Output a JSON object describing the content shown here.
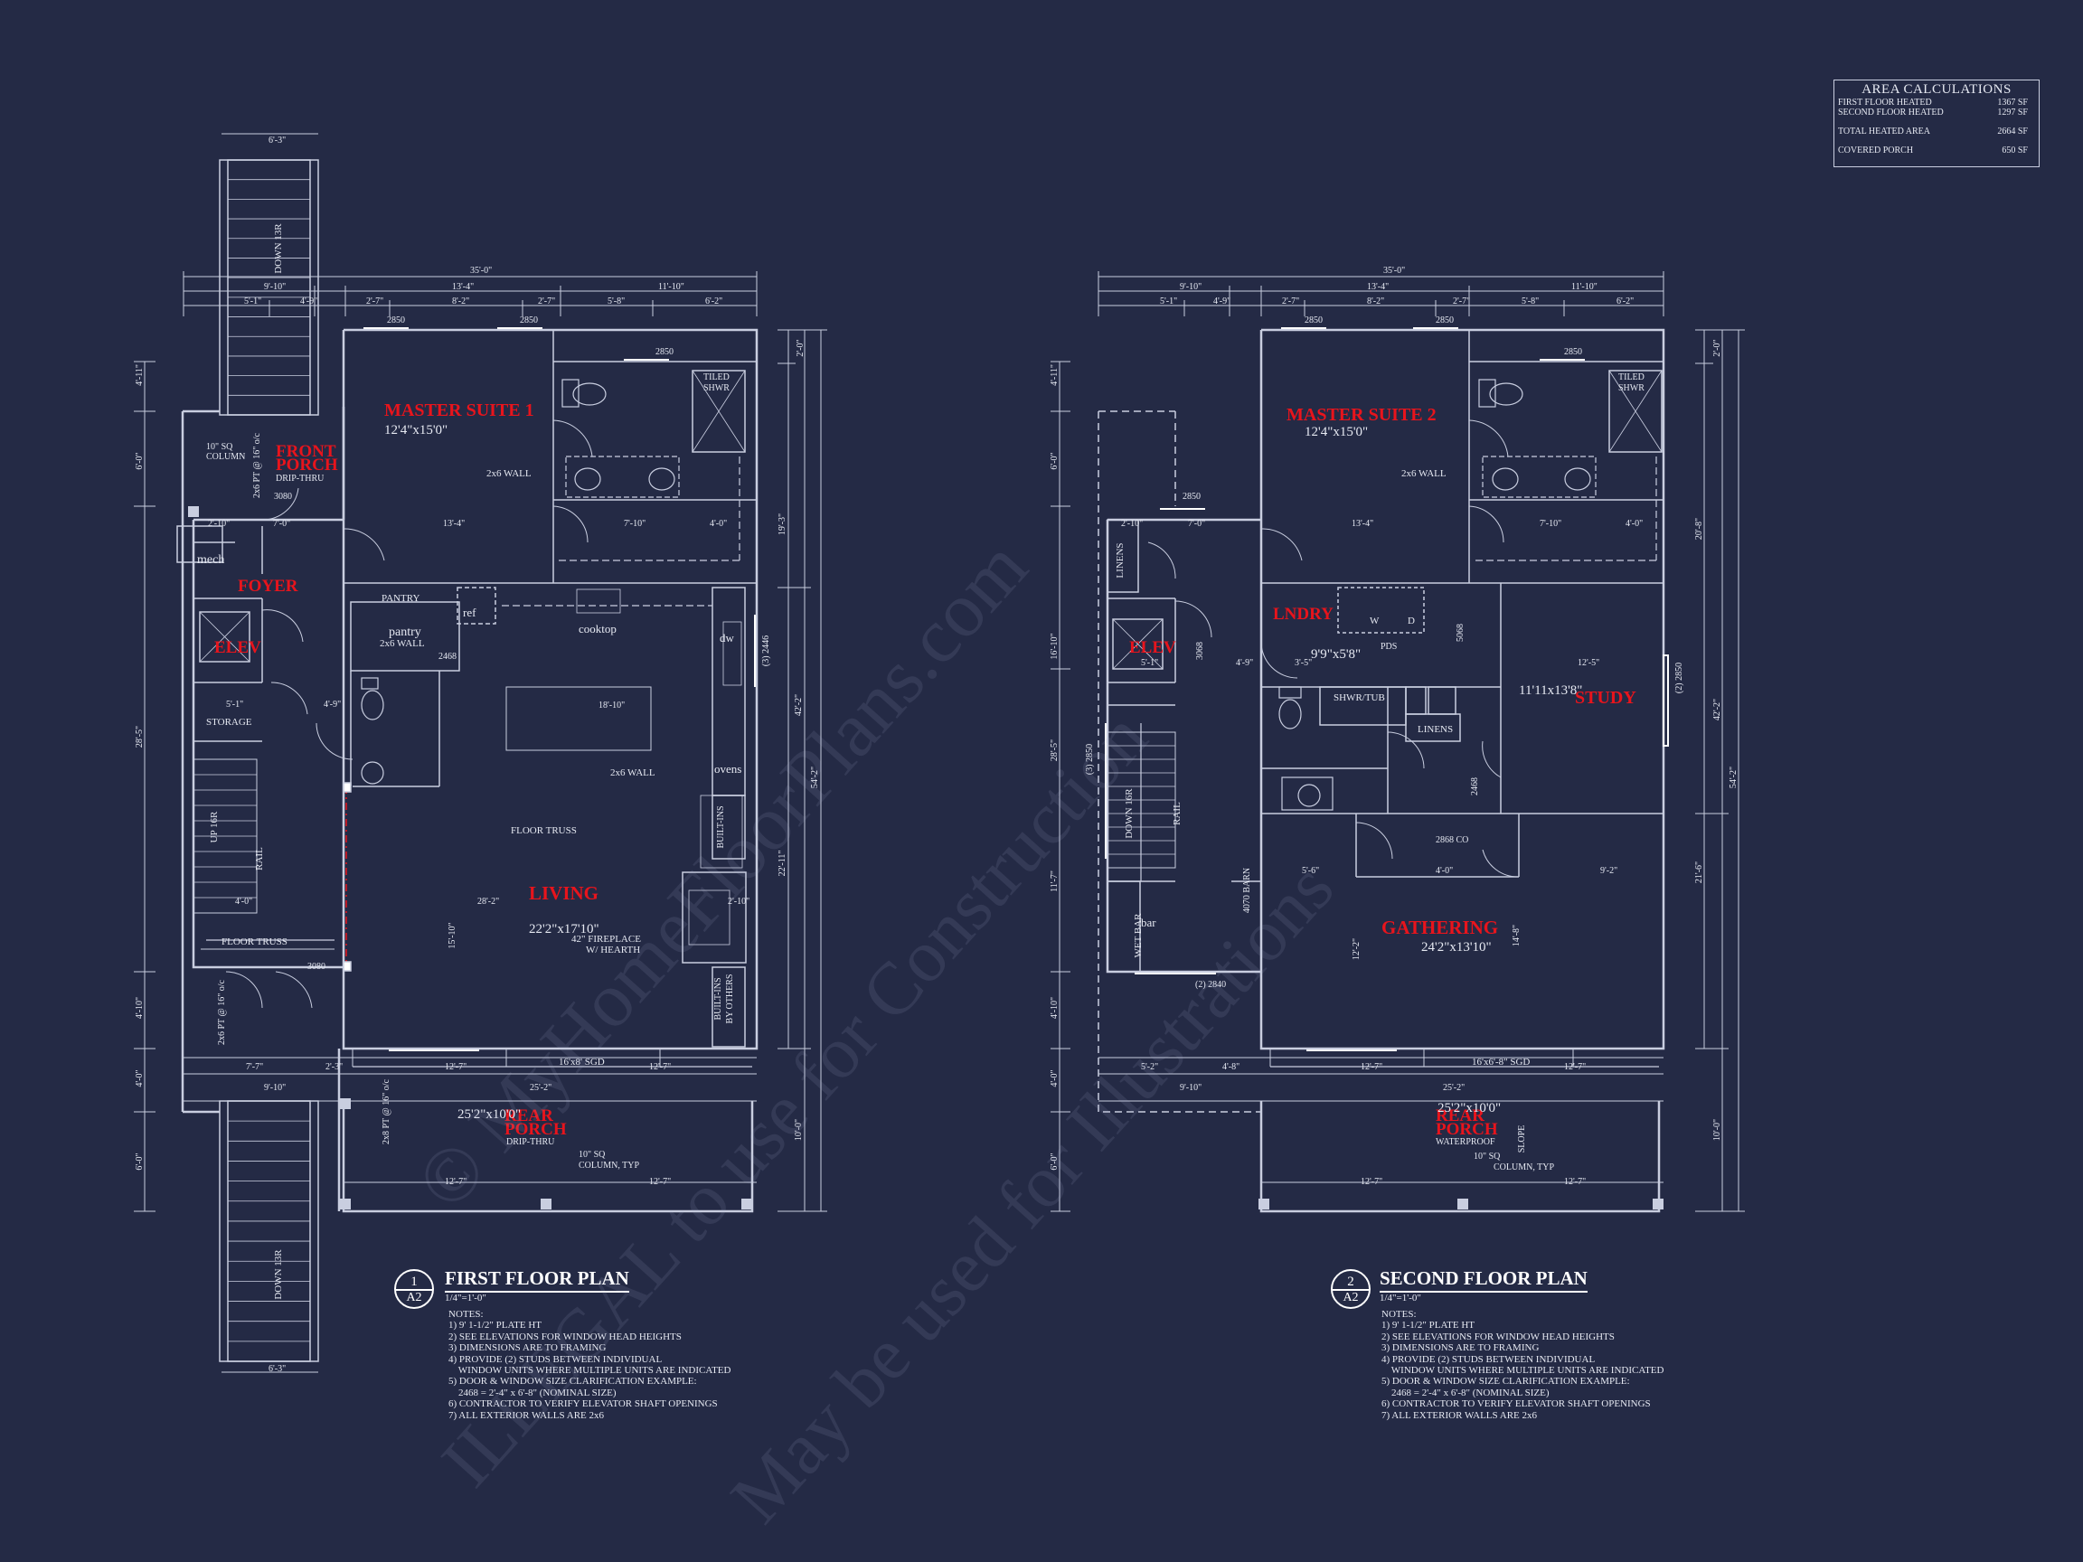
{
  "area_calculations": {
    "title": "AREA CALCULATIONS",
    "first_floor": {
      "label": "FIRST FLOOR HEATED",
      "value": "1367 SF"
    },
    "second_floor": {
      "label": "SECOND FLOOR HEATED",
      "value": "1297 SF"
    },
    "total": {
      "label": "TOTAL HEATED AREA",
      "value": "2664 SF"
    },
    "porch": {
      "label": "COVERED PORCH",
      "value": "650 SF"
    }
  },
  "first_floor": {
    "title": "FIRST FLOOR PLAN",
    "scale": "1/4\"=1'-0\"",
    "badge_number": "1",
    "badge_sheet": "A2",
    "rooms": {
      "master_suite": {
        "name": "MASTER SUITE 1",
        "size": "12'4\"x15'0\""
      },
      "front_porch": {
        "name1": "FRONT",
        "name2": "PORCH",
        "note": "DRIP-THRU"
      },
      "foyer": "FOYER",
      "elev": "ELEV",
      "living": {
        "name": "LIVING",
        "size": "22'2\"x17'10\""
      },
      "rear_porch": {
        "name1": "REAR",
        "name2": "PORCH",
        "size": "25'2\"x10'0\"",
        "note": "DRIP-THRU"
      }
    },
    "labels": {
      "pantry": "PANTRY",
      "pantry_small": "pantry",
      "storage": "STORAGE",
      "mech": "mech",
      "cooktop": "cooktop",
      "ref": "ref",
      "dw": "dw",
      "ovens": "ovens",
      "tiled_shwr1": "TILED",
      "tiled_shwr2": "SHWR",
      "wall_2x6_a": "2x6 WALL",
      "wall_2x6_b": "2x6 WALL",
      "wall_2x6_c": "2x6 WALL",
      "floor_truss_a": "FLOOR TRUSS",
      "floor_truss_b": "FLOOR TRUSS",
      "fireplace1": "42\" FIREPLACE",
      "fireplace2": "W/ HEARTH",
      "builtins1": "BUILT-INS",
      "builtins2": "BUILT-INS",
      "builtins3": "BY OTHERS",
      "sgd": "16'x8' SGD",
      "column_a1": "10\" SQ",
      "column_a2": "COLUMN",
      "column_b1": "10\" SQ",
      "column_b2": "COLUMN, TYP",
      "door_3080a": "3080",
      "door_3080b": "3080",
      "rail": "RAIL",
      "up": "UP 16R",
      "stair_down_top": "DOWN 13R",
      "stair_down_bot": "DOWN 13R",
      "pt_a": "2x6 PT @ 16\" o/c",
      "pt_b": "2x6 PT @ 16\" o/c",
      "pt_c": "2x8 PT @ 16\" o/c",
      "win_2850a": "2850",
      "win_2850b": "2850",
      "win_2850c": "2850",
      "win_3_2446": "(3) 2446",
      "door_2468": "2468"
    },
    "dims": {
      "overall": "35'-0\"",
      "d1": "9'-10\"",
      "d2": "13'-4\"",
      "d3": "11'-10\"",
      "d4": "5'-1\"",
      "d5": "4'-9\"",
      "d6": "2'-7\"",
      "d7": "8'-2\"",
      "d8": "2'-7\"",
      "d9": "5'-8\"",
      "d10": "6'-2\"",
      "stair_w": "6'-3\"",
      "stair_w2": "6'-3\"",
      "r1": "2'-0\"",
      "r2": "19'-3\"",
      "r3": "42'-2\"",
      "r4": "54'-2\"",
      "r5": "22'-11\"",
      "r6": "10'-0\"",
      "l1": "4'-11\"",
      "l2": "6'-0\"",
      "l3": "28'-5\"",
      "l4": "4'-10\"",
      "l5": "4'-0\"",
      "l6": "6'-0\"",
      "living_w": "28'-2\"",
      "living_h": "15'-10\"",
      "kitchen_w": "18'-10\"",
      "b1": "7'-7\"",
      "b2": "2'-3\"",
      "b3": "12'-7\"",
      "b4": "12'-7\"",
      "b5": "9'-10\"",
      "b6": "25'-2\"",
      "b7": "12'-7\"",
      "b8": "12'-7\"",
      "i1": "13'-4\"",
      "i2": "7'-10\"",
      "i3": "4'-0\"",
      "i4": "2'-10\"",
      "i5": "7'-0\"",
      "i6": "5'-1\"",
      "i7": "4'-9\"",
      "i8": "4'-0\"",
      "i9": "2'-10\""
    },
    "notes": [
      "NOTES:",
      "1) 9' 1-1/2\" PLATE HT",
      "2) SEE ELEVATIONS FOR WINDOW HEAD HEIGHTS",
      "3) DIMENSIONS ARE TO FRAMING",
      "4) PROVIDE (2) STUDS BETWEEN INDIVIDUAL",
      "    WINDOW UNITS WHERE MULTIPLE UNITS ARE INDICATED",
      "5) DOOR & WINDOW SIZE CLARIFICATION EXAMPLE:",
      "    2468 = 2'-4\" x 6'-8\" (NOMINAL SIZE)",
      "6) CONTRACTOR TO VERIFY ELEVATOR SHAFT OPENINGS",
      "7) ALL EXTERIOR WALLS ARE 2x6"
    ]
  },
  "second_floor": {
    "title": "SECOND FLOOR PLAN",
    "scale": "1/4\"=1'-0\"",
    "badge_number": "2",
    "badge_sheet": "A2",
    "rooms": {
      "master_suite": {
        "name": "MASTER SUITE 2",
        "size": "12'4\"x15'0\""
      },
      "lndry": {
        "name": "LNDRY",
        "size": "9'9\"x5'8\""
      },
      "elev": "ELEV",
      "study": {
        "name": "STUDY",
        "size": "11'11x13'8\""
      },
      "gathering": {
        "name": "GATHERING",
        "size": "24'2\"x13'10\""
      },
      "rear_porch": {
        "name1": "REAR",
        "name2": "PORCH",
        "size": "25'2\"x10'0\"",
        "note": "WATERPROOF"
      }
    },
    "labels": {
      "linens_a": "LINENS",
      "linens_b": "LINENS",
      "shwr_tub": "SHWR/TUB",
      "pds": "PDS",
      "w": "W",
      "d": "D",
      "wet_bar": "WET BAR",
      "bar": "bar",
      "barn": "4070 BARN",
      "tiled_shwr1": "TILED",
      "tiled_shwr2": "SHWR",
      "wall_2x6": "2x6 WALL",
      "sgd": "16'x6'-8\" SGD",
      "column1": "10\" SQ",
      "column2": "COLUMN, TYP",
      "slope": "SLOPE",
      "rail": "RAIL",
      "down": "DOWN 16R",
      "win_2850a": "2850",
      "win_2850b": "2850",
      "win_2850c": "2850",
      "win_2850d": "2850",
      "win_2_2850": "(2) 2850",
      "win_3_2850": "(3) 2850",
      "win_2_2840": "(2) 2840",
      "co": "2868 CO",
      "door_3068": "3068",
      "door_5068": "5068",
      "door_2468": "2468"
    },
    "dims": {
      "overall": "35'-0\"",
      "d1": "9'-10\"",
      "d2": "13'-4\"",
      "d3": "11'-10\"",
      "d4": "5'-1\"",
      "d5": "4'-9\"",
      "d6": "2'-7\"",
      "d7": "8'-2\"",
      "d8": "2'-7\"",
      "d9": "5'-8\"",
      "d10": "6'-2\"",
      "r1": "2'-0\"",
      "r2": "20'-8\"",
      "r3": "42'-2\"",
      "r4": "54'-2\"",
      "r5": "21'-6\"",
      "r6": "10'-0\"",
      "l1": "4'-11\"",
      "l2": "6'-0\"",
      "l3": "16'-10\"",
      "l4": "28'-5\"",
      "l5": "11'-7\"",
      "l6": "4'-10\"",
      "l7": "4'-0\"",
      "l8": "6'-0\"",
      "b1": "5'-2\"",
      "b2": "4'-8\"",
      "b3": "12'-7\"",
      "b4": "12'-7\"",
      "b5": "9'-10\"",
      "b6": "25'-2\"",
      "b7": "12'-7\"",
      "b8": "12'-7\"",
      "i1": "13'-4\"",
      "i2": "7'-10\"",
      "i3": "4'-0\"",
      "i4": "12'-5\"",
      "i5": "9'-2\"",
      "i6": "4'-0\"",
      "i7": "5'-6\"",
      "i8": "14'-8\"",
      "i9": "12'-2\"",
      "i10": "2'-10\"",
      "i11": "7'-0\"",
      "i12": "5'-1\"",
      "i13": "4'-9\"",
      "i14": "3'-5\""
    },
    "notes": [
      "NOTES:",
      "1) 9' 1-1/2\" PLATE HT",
      "2) SEE ELEVATIONS FOR WINDOW HEAD HEIGHTS",
      "3) DIMENSIONS ARE TO FRAMING",
      "4) PROVIDE (2) STUDS BETWEEN INDIVIDUAL",
      "    WINDOW UNITS WHERE MULTIPLE UNITS ARE INDICATED",
      "5) DOOR & WINDOW SIZE CLARIFICATION EXAMPLE:",
      "    2468 = 2'-4\" x 6'-8\" (NOMINAL SIZE)",
      "6) CONTRACTOR TO VERIFY ELEVATOR SHAFT OPENINGS",
      "7) ALL EXTERIOR WALLS ARE 2x6"
    ]
  },
  "watermark": {
    "line1": "© MyHomeFloorPlans.com",
    "line2": "ILLEGAL to use for Construction",
    "line3": "May be used for Illustrations"
  },
  "colors": {
    "background": "#242a45",
    "line": "#c9cee0",
    "room_label": "#e8141c",
    "text": "#e6e9f2"
  }
}
